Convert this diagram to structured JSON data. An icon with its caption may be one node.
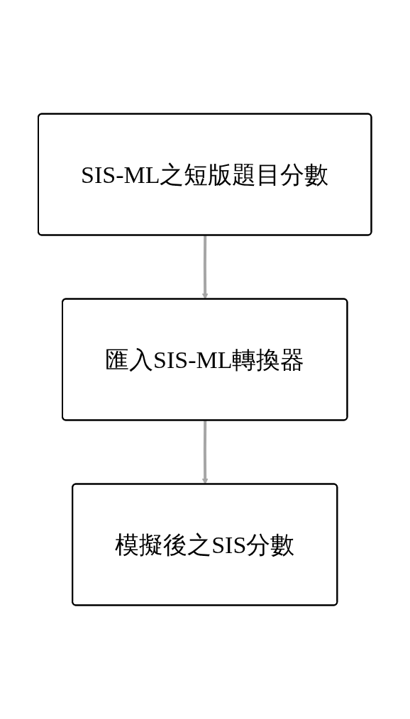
{
  "diagram": {
    "nodes": [
      {
        "text": [
          "SIS-ML之短版題目分數"
        ]
      },
      {
        "text": [
          "匯入SIS-ML轉換器"
        ]
      },
      {
        "text": [
          "模擬後之SIS分數"
        ]
      }
    ],
    "edges": [
      {
        "from": 0,
        "to": 1,
        "arrow": "to",
        "color": "#a6a6a6"
      },
      {
        "from": 1,
        "to": 2,
        "arrow": "to",
        "color": "#a6a6a6"
      }
    ]
  }
}
